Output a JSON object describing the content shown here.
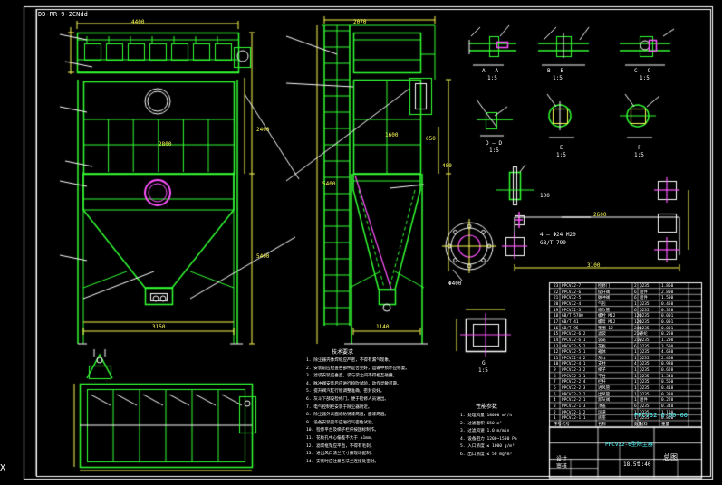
{
  "drawing": {
    "code": "DD-RR-9-2CNdd",
    "corner_mark": "X",
    "bg_color": "#000000",
    "colors": {
      "frame": "#ffffff",
      "structure": "#33ff33",
      "dimension": "#ffff55",
      "hidden": "#ff55ff",
      "text": "#ffffff",
      "cyan": "#55ffff"
    }
  },
  "main_view": {
    "width_dim": "4400",
    "bottom_dim": "3150",
    "height_dim_a": "2400",
    "height_dim_b": "5400",
    "mid_dim": "2800"
  },
  "side_view": {
    "width_dim": "2070",
    "bottom_dim": "1140",
    "mid_dim": "1600",
    "dim_a": "650",
    "dim_b": "5400",
    "dim_c": "400"
  },
  "sections": [
    {
      "label": "A — A",
      "scale": "1:5"
    },
    {
      "label": "B — B",
      "scale": "1:5"
    },
    {
      "label": "C — C",
      "scale": "1:5"
    },
    {
      "label": "D — D",
      "scale": "1:5"
    },
    {
      "label": "E",
      "scale": "1:5"
    },
    {
      "label": "F",
      "scale": "1:5"
    },
    {
      "label": "G",
      "scale": "1:5"
    }
  ],
  "foundation": {
    "dim_w": "3100",
    "dim_h": "2600",
    "hole_note": "4 — Φ24 M20",
    "bolt_note": "GB/T 799"
  },
  "flange": {
    "label": "Φ400",
    "note": "100"
  },
  "tech_notes_title": "技术要求",
  "tech_notes": [
    "1. 除尘器壳体焊缝应严密，不得有漏气现象。",
    "2. 安装前应检查各部件是否完好，运输中损坏应修复。",
    "3. 滤袋安装应垂直，袋与袋之间不得相互碰撞。",
    "4. 脉冲阀安装后应进行喷吹试验，动作灵敏可靠。",
    "5. 提升阀汽缸行程调整准确，密封良好。",
    "6. 灰斗下部设检修门，便于检修人员进出。",
    "7. 电气控制柜安装于除尘器附近。",
    "8. 除尘器外表面涂防锈漆两遍，面漆两遍。",
    "9. 设备安装完毕应进行气密性试验。",
    "10. 检修平台及梯子栏杆按国标制作。",
    "11. 花板孔中心偏差不大于 ±1mm。",
    "12. 滤袋框架应平直，不得有毛刺。",
    "13. 进出风口法兰尺寸按现场配制。",
    "14. 安装时应注意各法兰连接处密封。"
  ],
  "spec_notes_title": "性能参数",
  "spec_notes": [
    "1. 处理风量 18000 m³/h",
    "2. 过滤面积 650 m²",
    "3. 过滤风速 1.0 m/min",
    "4. 设备阻力 1200~1500 Pa",
    "5. 入口浓度 ≤ 1000 g/m³",
    "6. 出口浓度 ≤ 50 mg/m³"
  ],
  "bom_rows": [
    {
      "no": "23",
      "code": "PPCV32-7",
      "name": "检修门",
      "qty": "2",
      "mat": "Q235",
      "wt": "1.860"
    },
    {
      "no": "22",
      "code": "PPCV32-6",
      "name": "提升阀",
      "qty": "6",
      "mat": "组件",
      "wt": "2.800"
    },
    {
      "no": "21",
      "code": "PPCV32-5",
      "name": "脉冲阀",
      "qty": "6",
      "mat": "组件",
      "wt": "1.500"
    },
    {
      "no": "20",
      "code": "PPCV32-4",
      "name": "气包",
      "qty": "1",
      "mat": "Q235",
      "wt": "0.450"
    },
    {
      "no": "19",
      "code": "PPCV32-3",
      "name": "喷吹管",
      "qty": "6",
      "mat": "Q235",
      "wt": "0.320"
    },
    {
      "no": "18",
      "code": "GB/T 5780",
      "name": "螺栓 M12",
      "qty": "120",
      "mat": "Q235",
      "wt": "0.001"
    },
    {
      "no": "17",
      "code": "GB/T 41",
      "name": "螺母 M12",
      "qty": "120",
      "mat": "Q235",
      "wt": "0.001"
    },
    {
      "no": "16",
      "code": "GB/T 95",
      "name": "垫圈 12",
      "qty": "240",
      "mat": "Q235",
      "wt": "0.001"
    },
    {
      "no": "15",
      "code": "PPCV32-6-2",
      "name": "滤袋",
      "qty": "216",
      "mat": "涤纶",
      "wt": "0.250"
    },
    {
      "no": "14",
      "code": "PPCV32-6-1",
      "name": "袋笼",
      "qty": "216",
      "mat": "Q235",
      "wt": "1.200"
    },
    {
      "no": "13",
      "code": "PPCV32-5-2",
      "name": "花板",
      "qty": "6",
      "mat": "Q235",
      "wt": "3.500"
    },
    {
      "no": "12",
      "code": "PPCV32-5-1",
      "name": "箱体",
      "qty": "1",
      "mat": "Q235",
      "wt": "4.680"
    },
    {
      "no": "11",
      "code": "PPCV32-4-2",
      "name": "灰斗",
      "qty": "1",
      "mat": "Q235",
      "wt": "2.460"
    },
    {
      "no": "10",
      "code": "PPCV32-4-1",
      "name": "支柱",
      "qty": "4",
      "mat": "Q235",
      "wt": "0.980"
    },
    {
      "no": "9",
      "code": "PPCV32-3-2",
      "name": "梯子",
      "qty": "1",
      "mat": "Q235",
      "wt": "0.620"
    },
    {
      "no": "8",
      "code": "PPCV32-3-1",
      "name": "平台",
      "qty": "1",
      "mat": "Q235",
      "wt": "1.340"
    },
    {
      "no": "7",
      "code": "PPCV32-2-4",
      "name": "栏杆",
      "qty": "1",
      "mat": "Q235",
      "wt": "0.560"
    },
    {
      "no": "6",
      "code": "PPCV32-2-3",
      "name": "进风管",
      "qty": "1",
      "mat": "Q235",
      "wt": "0.410"
    },
    {
      "no": "5",
      "code": "PPCV32-2-2",
      "name": "出风管",
      "qty": "1",
      "mat": "Q235",
      "wt": "0.380"
    },
    {
      "no": "4",
      "code": "PPCV32-2-1",
      "name": "卸灰阀",
      "qty": "1",
      "mat": "组件",
      "wt": "0.220"
    },
    {
      "no": "3",
      "code": "PPCV32-1-3",
      "name": "顶盖",
      "qty": "6",
      "mat": "Q235",
      "wt": "0.340"
    },
    {
      "no": "2",
      "code": "PPCV32-1-2",
      "name": "风道",
      "qty": "1",
      "mat": "Q235",
      "wt": "1.120"
    },
    {
      "no": "1",
      "code": "PPCV32-1-1",
      "name": "底座",
      "qty": "1",
      "mat": "Q235",
      "wt": "0.860"
    }
  ],
  "bom_header": {
    "no": "序号",
    "code": "代号",
    "name": "名称",
    "qty": "数量",
    "mat": "材料",
    "wt": "重量"
  },
  "title_block": {
    "drawing_no": "PPCV32-6-00-00",
    "product": "PPCV32-6型除尘器",
    "sheet": "总图",
    "scale": "1:40",
    "weight": "18.5t",
    "designer": "设计",
    "checker": "审核"
  }
}
